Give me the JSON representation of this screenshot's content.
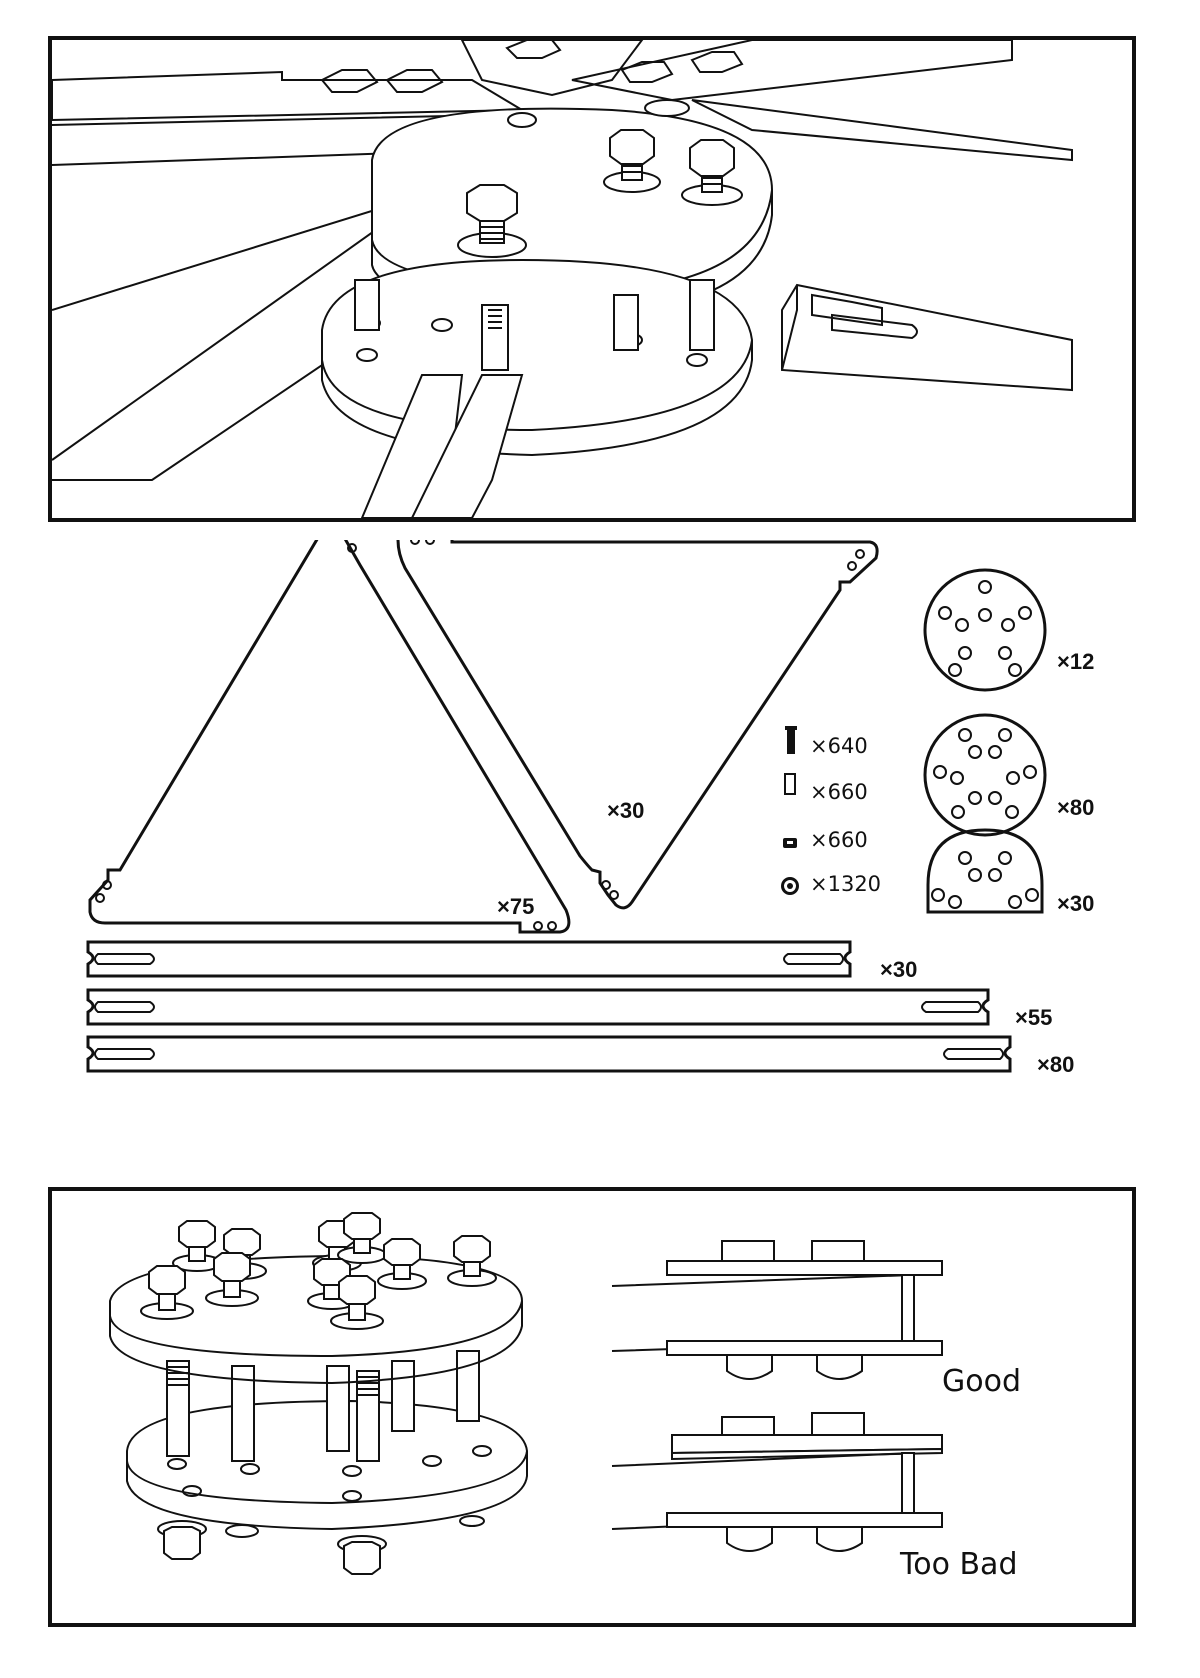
{
  "parts": {
    "triangle_left_qty": "×75",
    "triangle_right_qty": "×30",
    "disc_full_qty": "×12",
    "disc_dense_qty": "×80",
    "disc_half_qty": "×30",
    "bolt_qty": "×640",
    "spacer_qty": "×660",
    "nut_qty": "×660",
    "washer_qty": "×1320",
    "strut_short_qty": "×30",
    "strut_mid_qty": "×55",
    "strut_long_qty": "×80"
  },
  "comparison": {
    "good_label": "Good",
    "bad_label": "Too Bad"
  },
  "icons": [
    "bolt-icon",
    "spacer-icon",
    "nut-icon",
    "washer-icon"
  ]
}
